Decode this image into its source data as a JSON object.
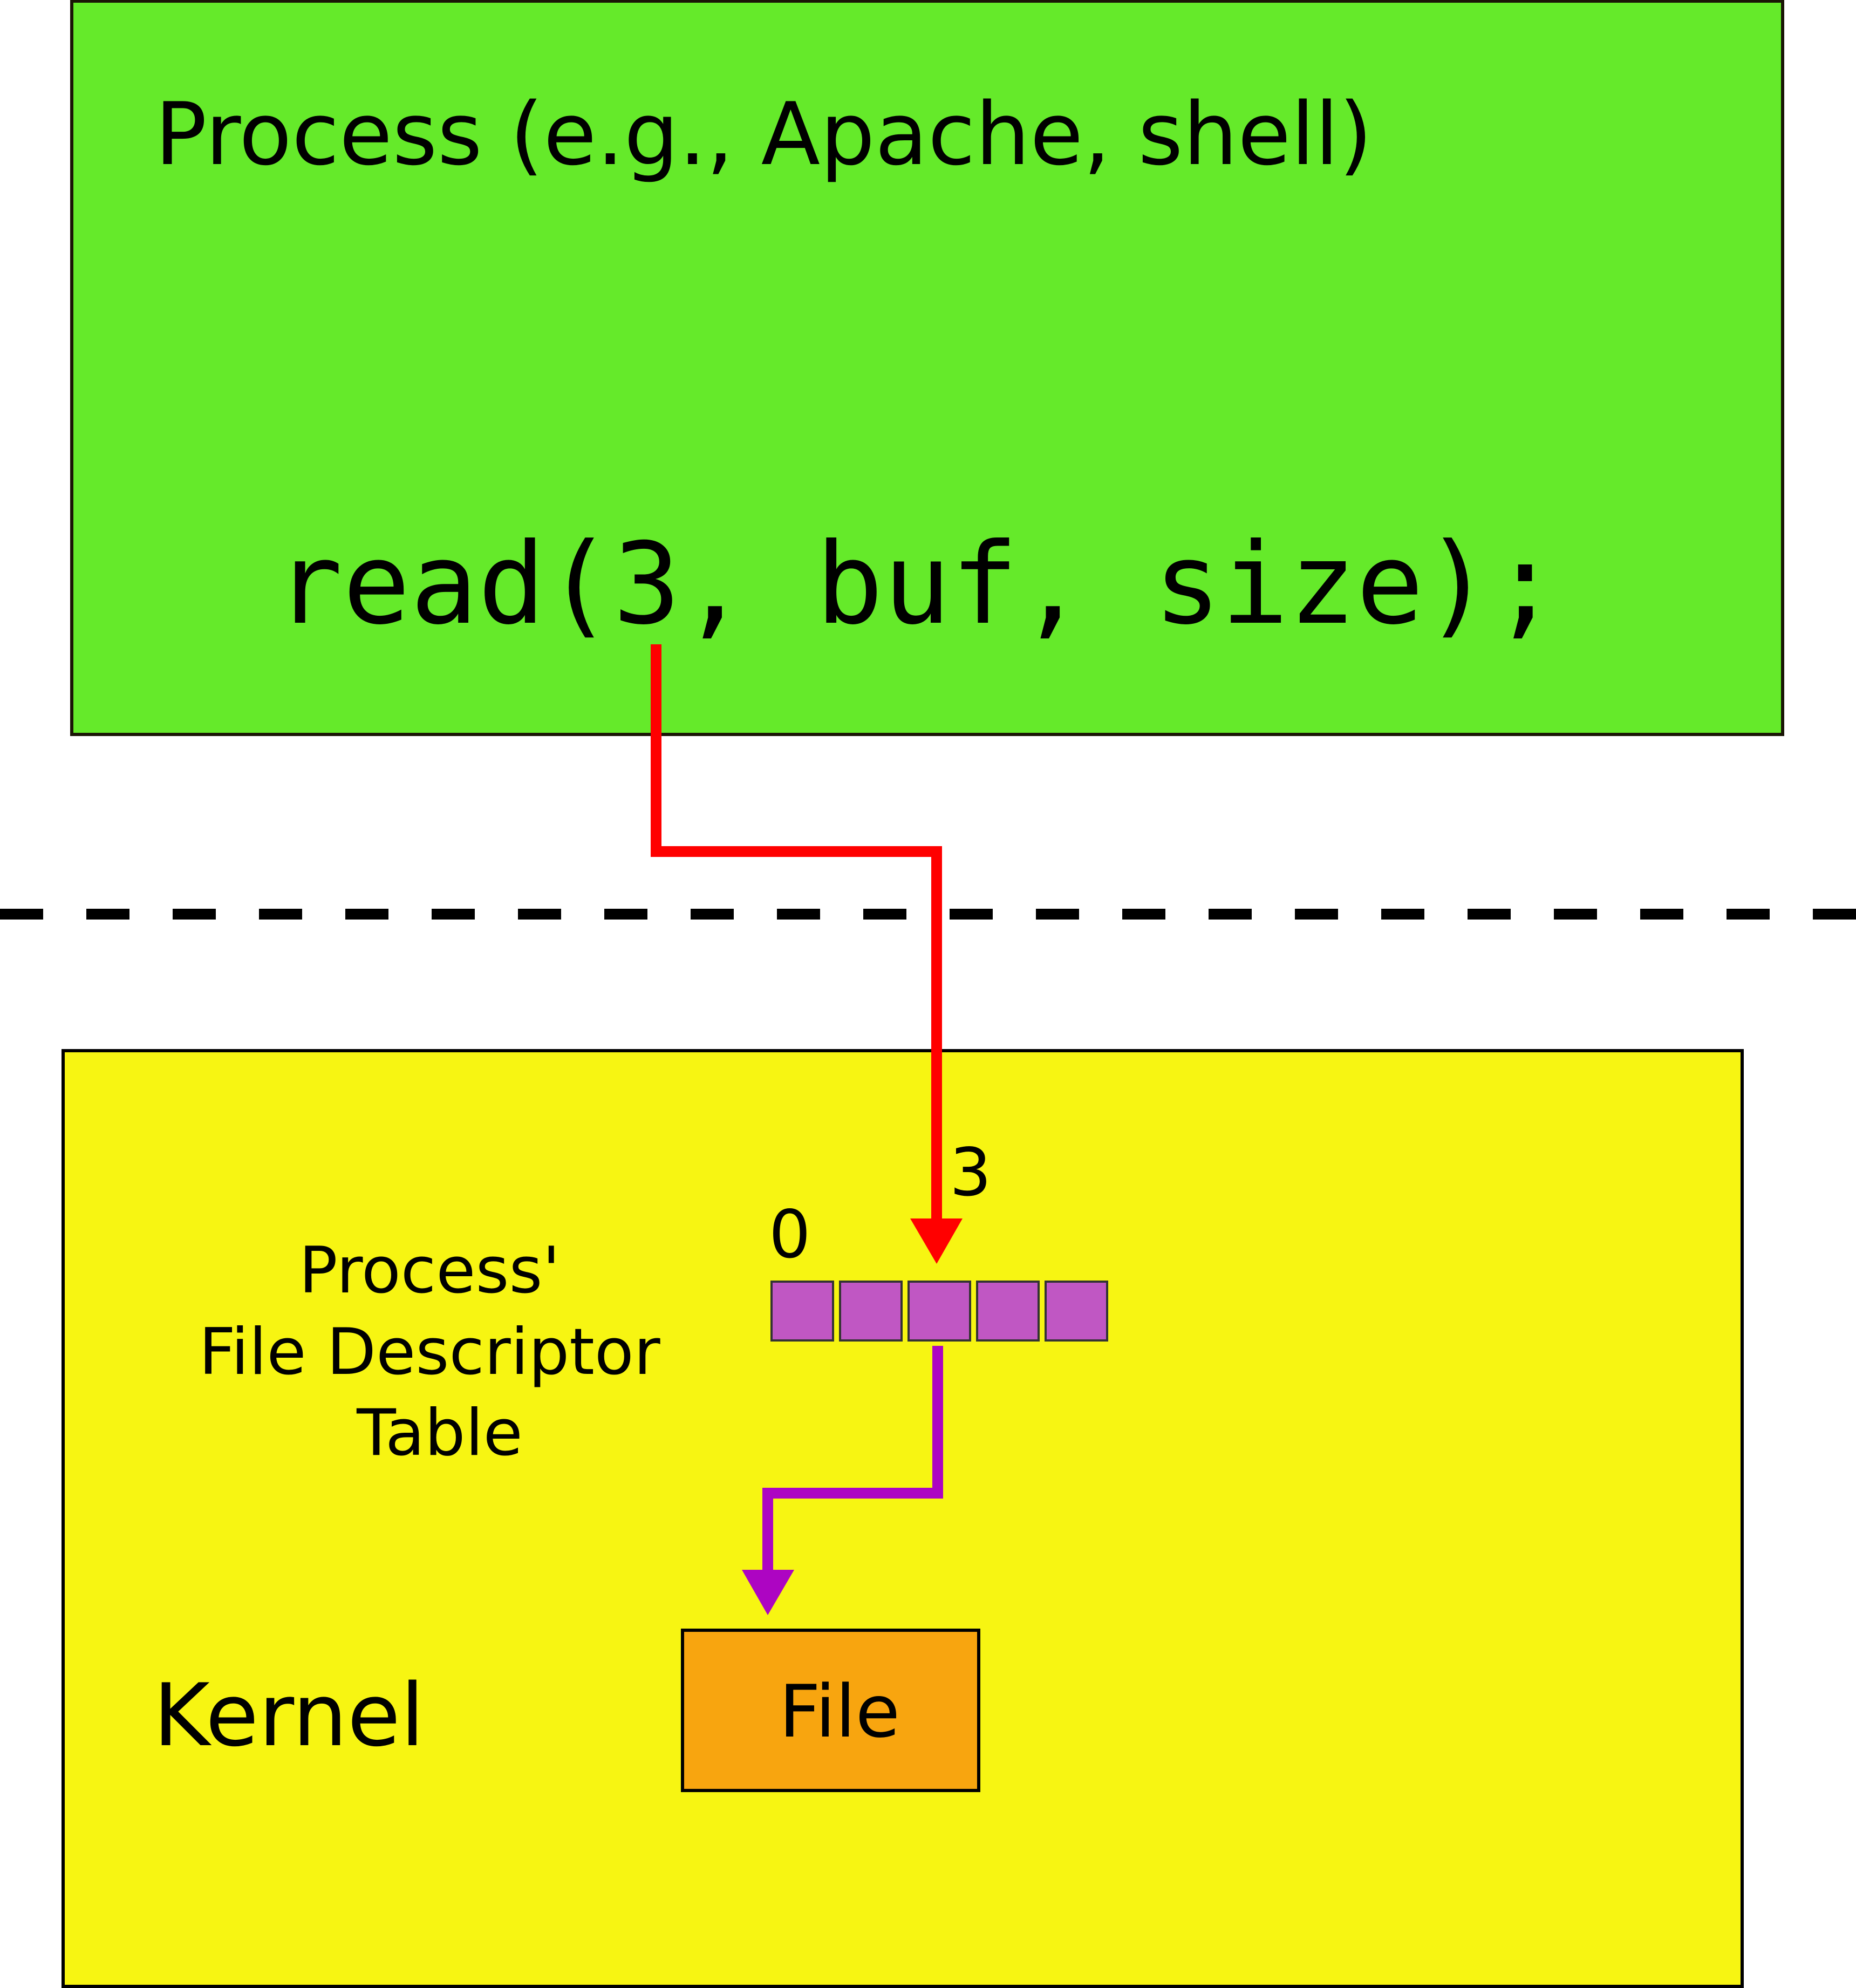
{
  "user_space": {
    "title": "Process (e.g., Apache, shell)",
    "code": "read(3, buf, size);",
    "fill_color": "#65ea2a"
  },
  "kernel_space": {
    "label": "Kernel",
    "fill_color": "#f7f512",
    "fd_table": {
      "label_lines": [
        "Process'",
        "File Descriptor",
        "Table"
      ],
      "slot_count": 5,
      "first_index_label": "0",
      "target_index_label": "3",
      "slot_color": "#c057c3"
    },
    "file_box": {
      "label": "File",
      "fill_color": "#f8a50f"
    }
  },
  "arrows": {
    "syscall_arrow_color": "#ff0000",
    "fd_to_file_arrow_color": "#ad05c2"
  },
  "boundary": {
    "style": "dashed"
  }
}
